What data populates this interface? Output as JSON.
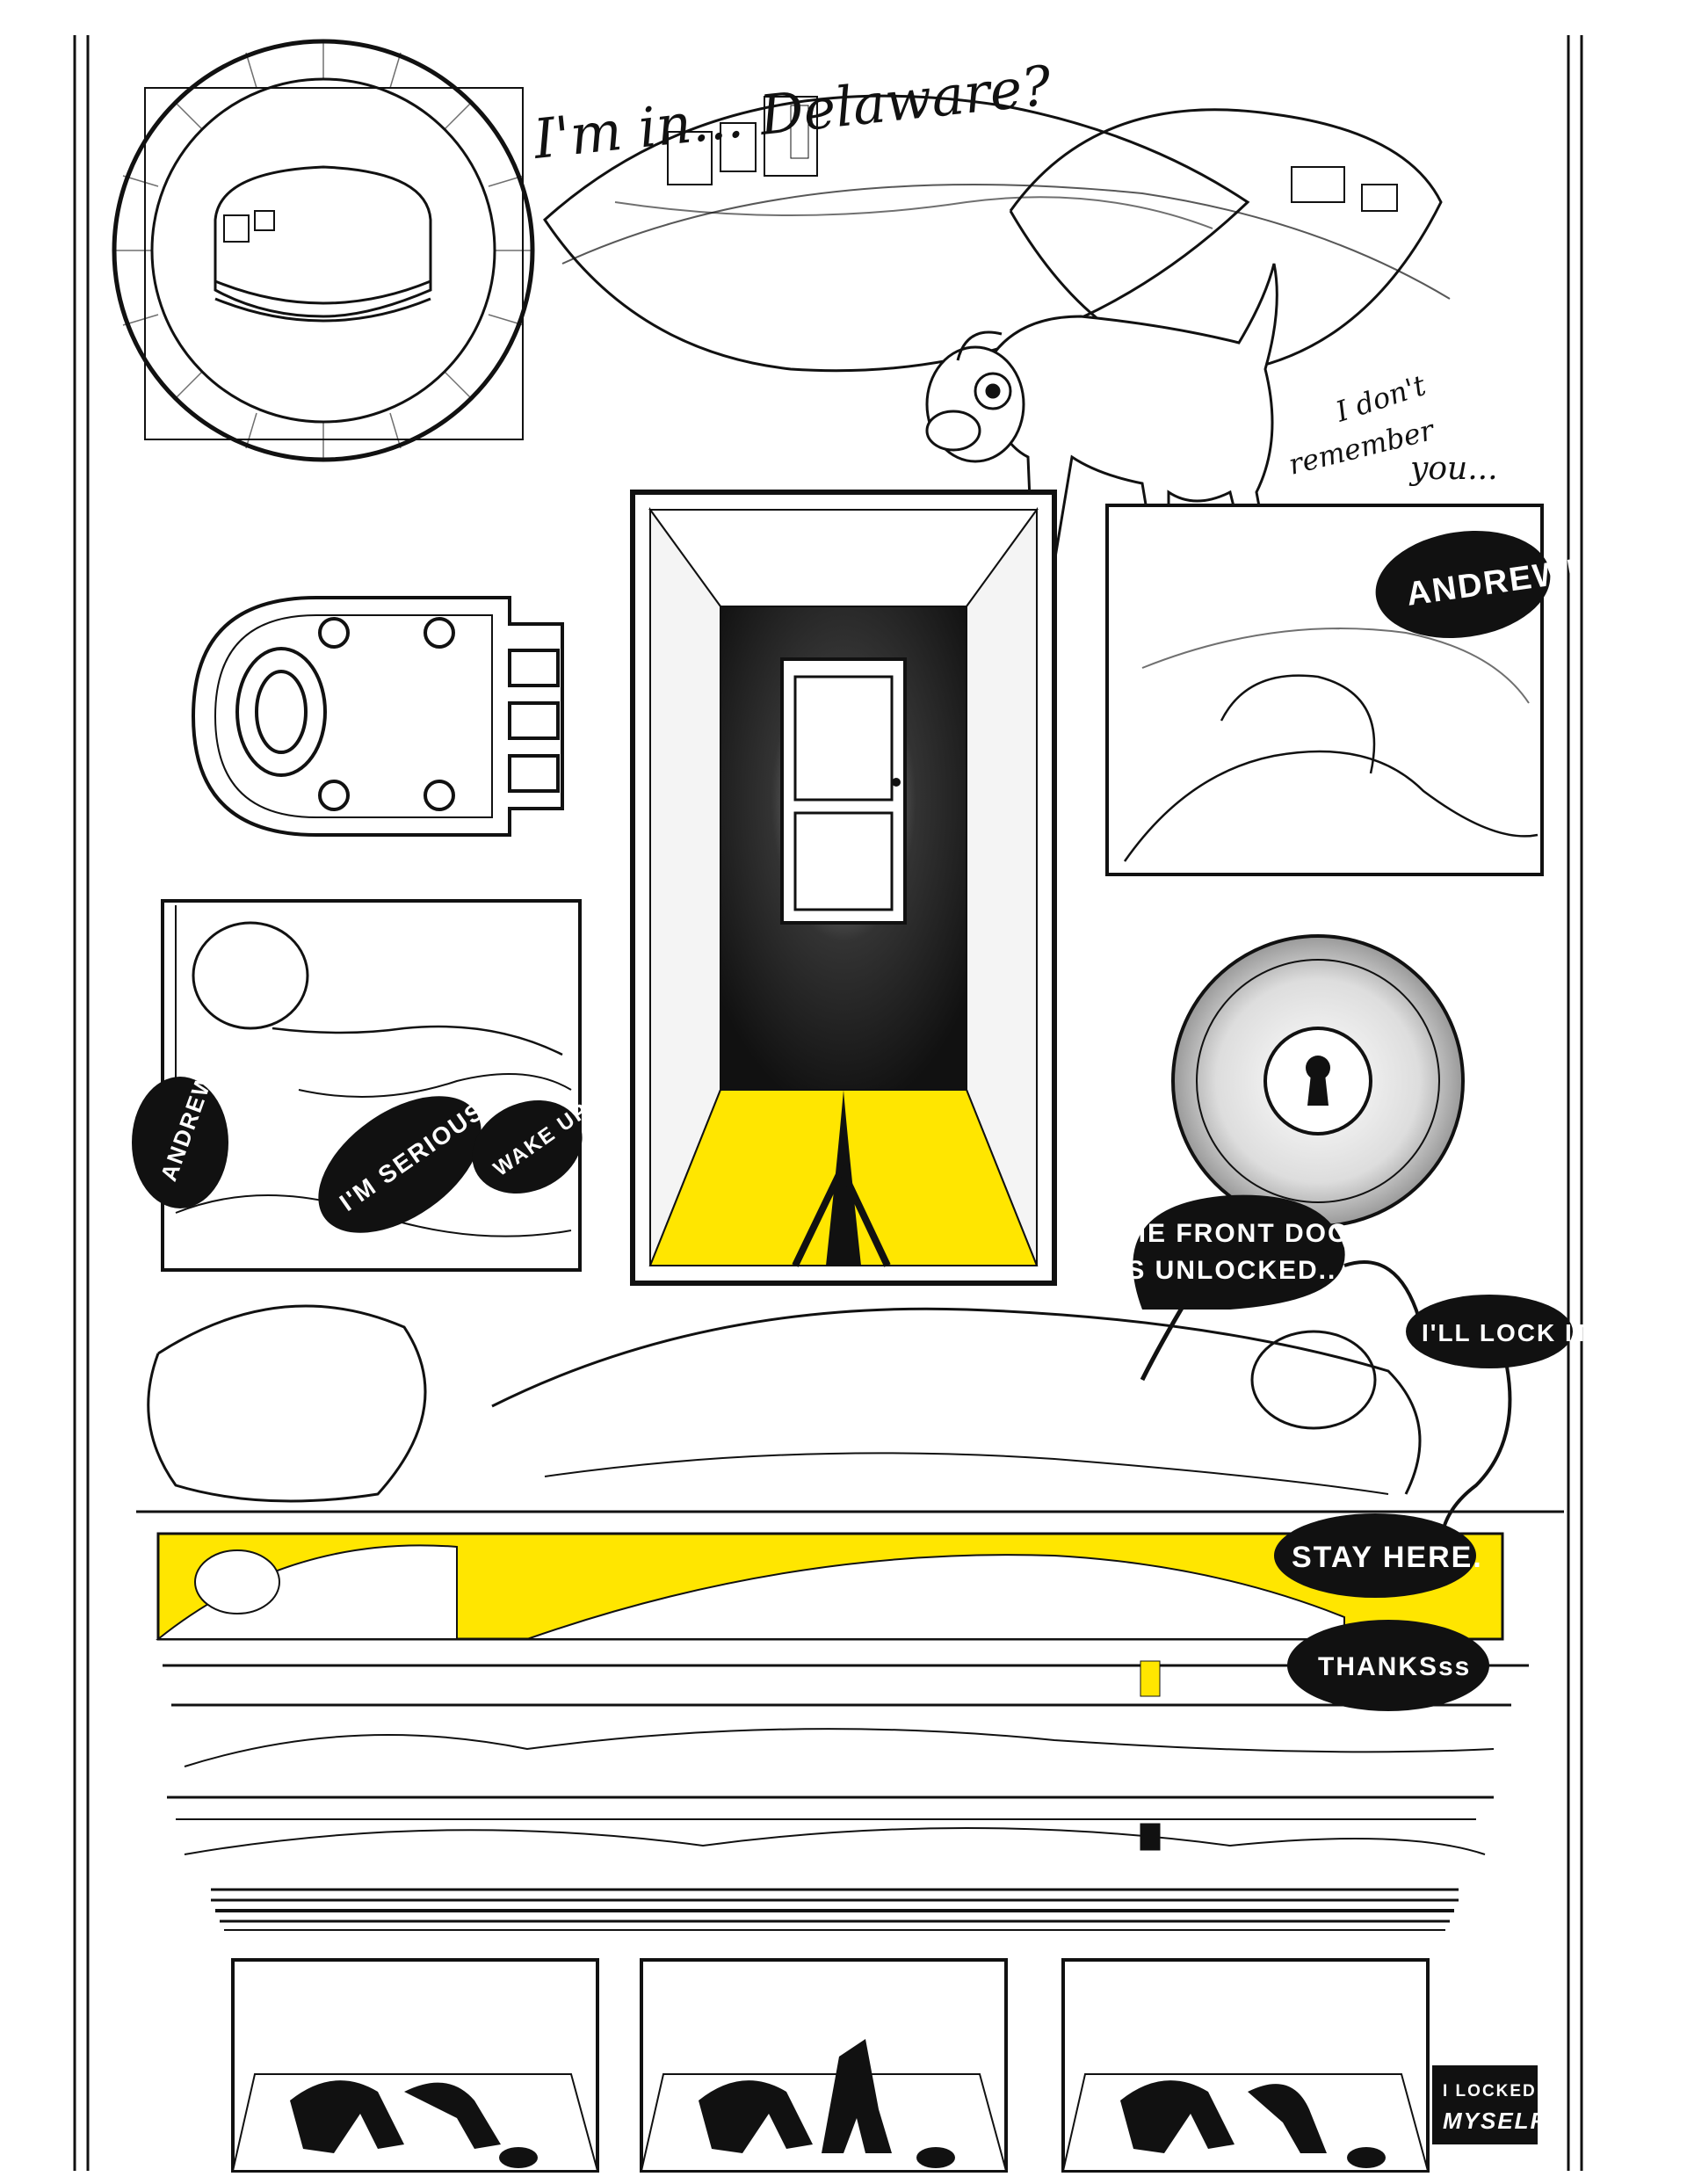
{
  "captions": {
    "delaware": "I'm in... Delaware?",
    "dont_remember_1": "I don't",
    "dont_remember_2": "remember",
    "dont_remember_3": "you...",
    "andrew_top": "ANDREW!",
    "andrew_left": "ANDREW!",
    "serious": "I'M SERIOUS!",
    "wake_up": "WAKE UP!",
    "front_door_1": "THE FRONT DOOR",
    "front_door_2": "IS UNLOCKED...",
    "lock_it": "I'LL LOCK IT",
    "stay_here": "STAY HERE.",
    "thanks": "THANKSss",
    "locked_1": "I LOCKED IT",
    "locked_2": "MYSELF."
  },
  "colors": {
    "ink": "#111111",
    "paper": "#ffffff",
    "highlight": "#ffe600"
  },
  "icons": [
    "door-icon",
    "keyhole-icon",
    "deadbolt-icon",
    "dog-icon"
  ]
}
